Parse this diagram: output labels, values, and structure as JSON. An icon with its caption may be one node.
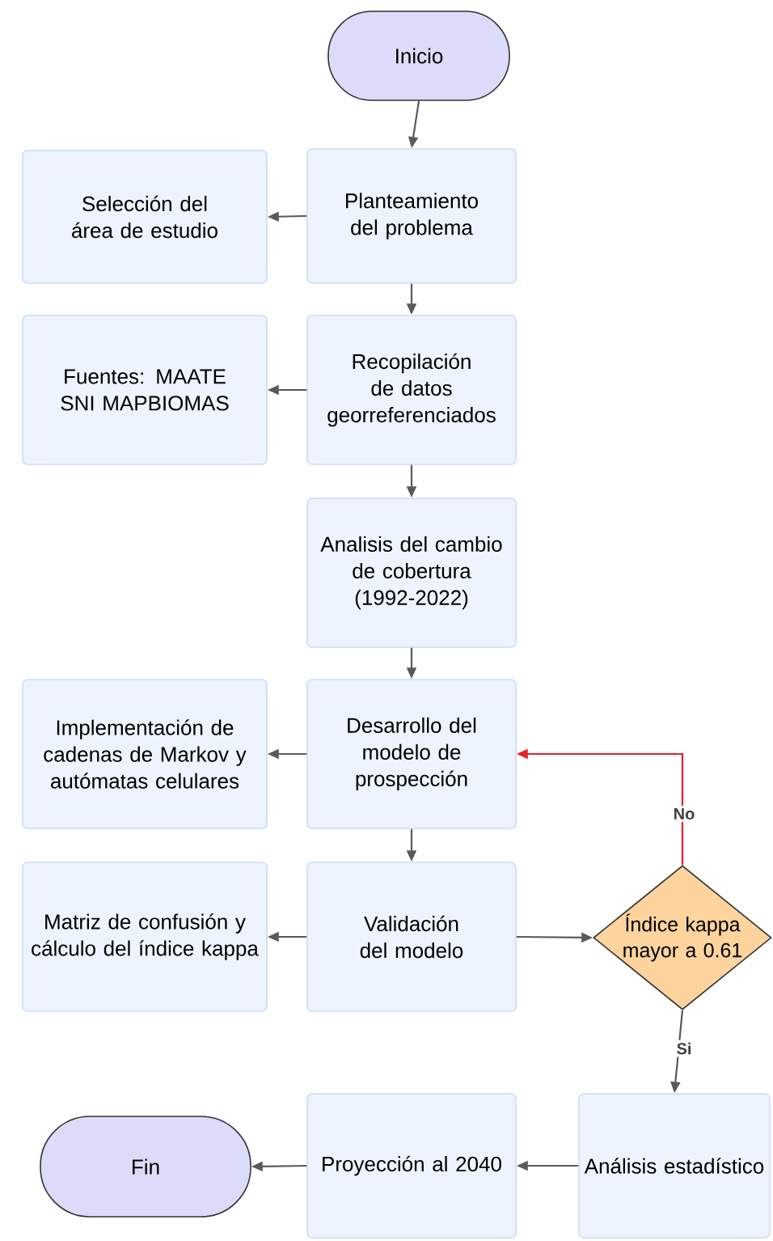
{
  "diagram": {
    "nodes": [
      {
        "text": [
          "Inicio"
        ]
      },
      {
        "text": [
          "Planteamiento del problema"
        ]
      },
      {
        "text": [
          "Selección del área de estudio"
        ]
      },
      {
        "text": [
          "Recopilación de datos georreferenciados"
        ]
      },
      {
        "text": [
          "Fuentes: MAATE SNI MAPBIOMAS"
        ]
      },
      {
        "text": [
          "Analisis del cambio de cobertura (1992-2022)"
        ]
      },
      {
        "text": [
          "Desarrollo del modelo de prospección"
        ]
      },
      {
        "text": [
          "Implementación de cadenas de Markov y autómatas celulares"
        ]
      },
      {
        "text": [
          "Validación del modelo"
        ]
      },
      {
        "text": [
          "Matriz de confusión y cálculo del índice kappa"
        ]
      },
      {
        "text": [
          "Índice kappa mayor a 0.61"
        ]
      },
      {
        "text": [
          "Análisis estadístico"
        ]
      },
      {
        "text": [
          "Proyección al 2040"
        ]
      },
      {
        "text": [
          "Fin"
        ]
      }
    ],
    "edges": [
      {
        "from": 0,
        "to": 1,
        "arrow": "to"
      },
      {
        "from": 1,
        "to": 2,
        "arrow": "to"
      },
      {
        "from": 1,
        "to": 3,
        "arrow": "to"
      },
      {
        "from": 3,
        "to": 4,
        "arrow": "to"
      },
      {
        "from": 3,
        "to": 5,
        "arrow": "to"
      },
      {
        "from": 5,
        "to": 6,
        "arrow": "to"
      },
      {
        "from": 6,
        "to": 7,
        "arrow": "to"
      },
      {
        "from": 6,
        "to": 8,
        "arrow": "to"
      },
      {
        "from": 8,
        "to": 9,
        "arrow": "to"
      },
      {
        "from": 8,
        "to": 10,
        "arrow": "to"
      },
      {
        "from": 10,
        "to": 6,
        "arrow": "to",
        "label": "No",
        "color": "#e8202a"
      },
      {
        "from": 10,
        "to": 11,
        "arrow": "to",
        "label": "Si"
      },
      {
        "from": 11,
        "to": 12,
        "arrow": "to"
      },
      {
        "from": 12,
        "to": 13,
        "arrow": "to"
      }
    ]
  }
}
